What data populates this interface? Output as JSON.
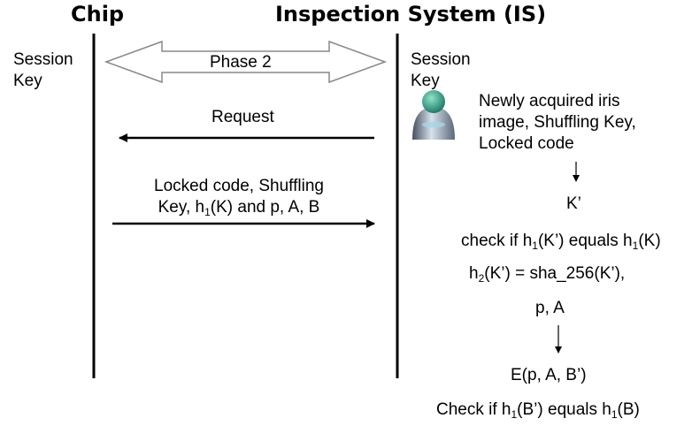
{
  "headers": {
    "chip": "Chip",
    "inspection_system": "Inspection System (IS)"
  },
  "session_key": {
    "chip_line1": "Session",
    "chip_line2": "Key",
    "is_line1": "Session",
    "is_line2": "Key"
  },
  "phase_label": "Phase 2",
  "request_label": "Request",
  "message": {
    "line1": "Locked code, Shuffling",
    "line2_a": "Key, h",
    "line2_sub": "1",
    "line2_b": "(K) and p, A, B"
  },
  "is_inputs": {
    "line1": "Newly acquired iris",
    "line2": "image, Shuffling Key,",
    "line3": "Locked code"
  },
  "steps": {
    "k_prime": "K’",
    "check1_a": "check if h",
    "check1_sub1": "1",
    "check1_b": "(K’) equals h",
    "check1_sub2": "1",
    "check1_c": "(K)",
    "hash_a": "h",
    "hash_sub": "2",
    "hash_b": "(K’) = sha_256(K’),",
    "p_a": "p, A",
    "enc": "E(p, A, B’)",
    "check2_a": "Check if h",
    "check2_sub1": "1",
    "check2_b": "(B’) equals h",
    "check2_sub2": "1",
    "check2_c": "(B)"
  },
  "icons": {
    "user": "user-icon"
  }
}
